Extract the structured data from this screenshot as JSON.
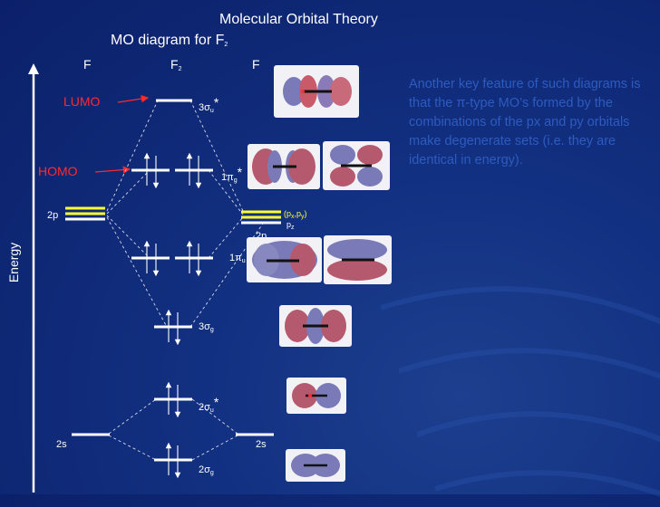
{
  "slide": {
    "title": "Molecular Orbital Theory",
    "subtitle": "MO diagram for F",
    "subtitle_sub": "2",
    "headers": {
      "left": "F",
      "middle": "F",
      "middle_sub": "2",
      "right": "F"
    },
    "energy_label": "Energy",
    "lumo": "LUMO",
    "homo": "HOMO",
    "left_2p": "2p",
    "right_2p": "2p",
    "left_2s": "2s",
    "right_2s": "2s",
    "pxpy": "(p",
    "pxpy_x": "x",
    "pxpy_comma": ",p",
    "pxpy_y": "y",
    "pxpy_close": ")",
    "pz": "p",
    "pz_sub": "z",
    "mo_labels": {
      "s3u": "3σ",
      "s3u_sub": "u",
      "s3u_star": "*",
      "p1g": "1π",
      "p1g_sub": "g",
      "p1g_star": "*",
      "p1u": "1π",
      "p1u_sub": "u",
      "s3g": "3σ",
      "s3g_sub": "g",
      "s2u": "2σ",
      "s2u_sub": "u",
      "s2u_star": "*",
      "s2g": "2σ",
      "s2g_sub": "g"
    },
    "body_text": "Another key feature of such diagrams is that the π-type MO’s formed by the combinations of the px and py orbitals make degenerate sets (i.e. they are identical in energy).",
    "colors": {
      "red": "#ff2a2a",
      "yellow": "#ffff33",
      "text_blue": "#2d5bbf",
      "bg": "#0b2069"
    }
  }
}
